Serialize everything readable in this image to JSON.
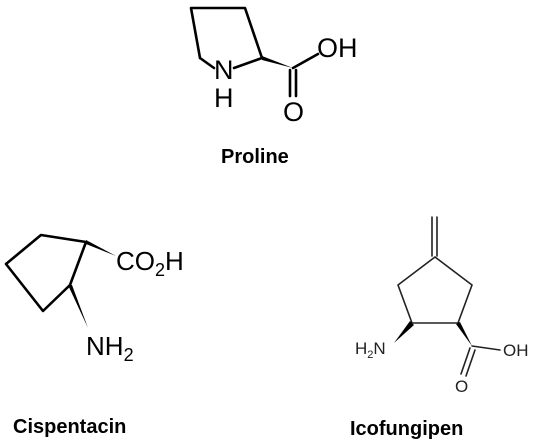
{
  "molecules": [
    {
      "name": "Proline",
      "atoms": {
        "hydroxyl": "OH",
        "ring_nitrogen": "N",
        "ring_nitrogen_h": "H",
        "carbonyl_oxygen": "O"
      }
    },
    {
      "name": "Cispentacin",
      "atoms": {
        "carboxyl_prefix": "CO",
        "carboxyl_sub": "2",
        "carboxyl_suffix": "H",
        "amine_prefix": "NH",
        "amine_sub": "2"
      }
    },
    {
      "name": "Icofungipen",
      "atoms": {
        "amine_prefix": "H",
        "amine_sub": "2",
        "amine_suffix": "N",
        "hydroxyl": "OH",
        "carbonyl_oxygen": "O"
      }
    }
  ],
  "colors": {
    "ink": "#000000",
    "background": "#ffffff"
  }
}
